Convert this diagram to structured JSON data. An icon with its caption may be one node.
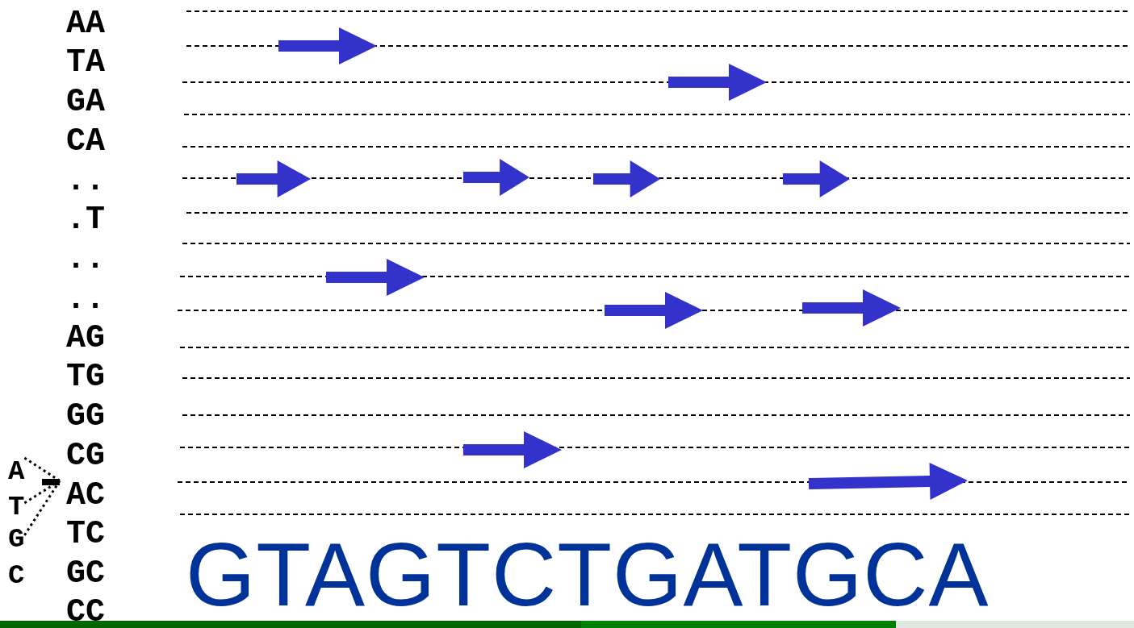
{
  "diagram": {
    "nodes": [
      {
        "text": [
          "A"
        ]
      },
      {
        "text": [
          "T"
        ]
      },
      {
        "text": [
          "G"
        ]
      },
      {
        "text": [],
        "shape": "bar"
      }
    ],
    "edges": [
      {
        "from": 0,
        "to": 3,
        "arrow": "none",
        "style": "dashed"
      },
      {
        "from": 1,
        "to": 3,
        "arrow": "none",
        "style": "dashed"
      },
      {
        "from": 2,
        "to": 3,
        "arrow": "none",
        "style": "dashed"
      }
    ],
    "labels": [
      "AA",
      "TA",
      "GA",
      "CA",
      "..",
      ".T",
      "..",
      "..",
      "AG",
      "TG",
      "GG",
      "CG",
      "AC",
      "TC",
      "GC",
      "CC",
      "C",
      "GTAGTCTGATGCA"
    ]
  }
}
